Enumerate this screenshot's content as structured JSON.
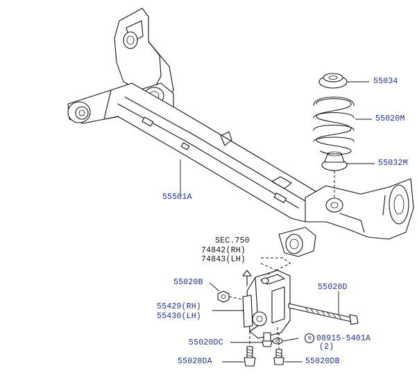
{
  "colors": {
    "part_label": "#1d2fa0",
    "reference_label": "#111111",
    "line": "#111111",
    "background": "#ffffff"
  },
  "labels": {
    "p55034": "55034",
    "p55020M": "55020M",
    "p55032M": "55032M",
    "p55501A": "55501A",
    "sec750": "SEC.750",
    "p74842": "74842(RH)",
    "p74843": "74843(LH)",
    "p55020B": "55020B",
    "p55020D": "55020D",
    "p55429": "55429(RH)",
    "p55430": "55430(LH)",
    "p55020DC": "55020DC",
    "p08915_code": "08915-5401A",
    "p08915_qty": "(2)",
    "p08915_mark": "N",
    "p55020DA": "55020DA",
    "p55020DB": "55020DB"
  }
}
